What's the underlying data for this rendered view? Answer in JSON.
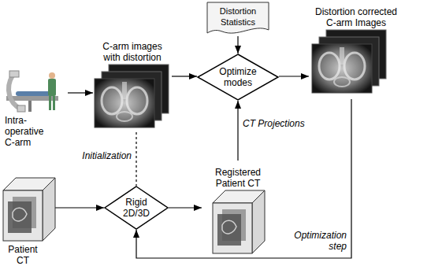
{
  "diagram": {
    "nodes": [
      {
        "text": [
          "Intra-operative C-arm"
        ]
      },
      {
        "text": [
          "C-arm images with distortion"
        ]
      },
      {
        "text": [
          "Distortion Statistics"
        ]
      },
      {
        "text": [
          "Optimize modes"
        ]
      },
      {
        "text": [
          "Distortion corrected C-arm Images"
        ]
      },
      {
        "text": [
          "Patient CT"
        ]
      },
      {
        "text": [
          "Rigid 2D/3D"
        ]
      },
      {
        "text": [
          "Registered Patient CT"
        ]
      }
    ],
    "edges": [
      {
        "from": 0,
        "to": 1,
        "arrow": "to"
      },
      {
        "from": 1,
        "to": 3,
        "arrow": "to"
      },
      {
        "from": 2,
        "to": 3,
        "arrow": "to"
      },
      {
        "from": 3,
        "to": 4,
        "arrow": "to"
      },
      {
        "from": 1,
        "to": 6,
        "label": "Initialization",
        "arrow": "none"
      },
      {
        "from": 5,
        "to": 6,
        "arrow": "to"
      },
      {
        "from": 6,
        "to": 7,
        "arrow": "to"
      },
      {
        "from": 7,
        "to": 3,
        "label": "CT Projections",
        "arrow": "to"
      },
      {
        "from": 4,
        "to": 6,
        "label": "Optimization step",
        "arrow": "to"
      }
    ]
  }
}
